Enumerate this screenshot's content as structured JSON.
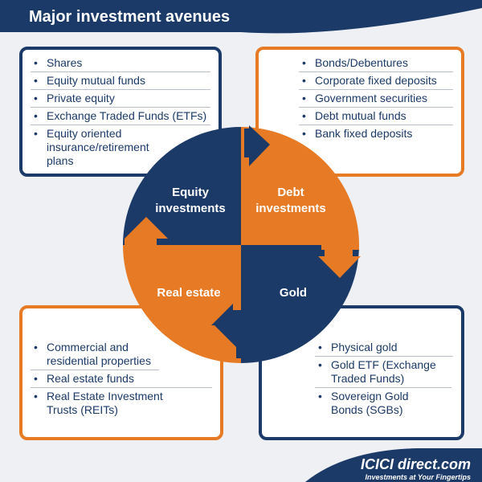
{
  "title": "Major investment avenues",
  "quadrants": {
    "equity": "Equity investments",
    "debt": "Debt investments",
    "real_estate": "Real estate",
    "gold": "Gold"
  },
  "equity_items": [
    "Shares",
    "Equity mutual funds",
    "Private equity",
    "Exchange Traded Funds (ETFs)",
    "Equity oriented insurance/retirement plans"
  ],
  "debt_items": [
    "Bonds/Debentures",
    "Corporate fixed deposits",
    "Government securities",
    "Debt mutual funds",
    "Bank fixed deposits"
  ],
  "real_estate_items": [
    "Commercial and residential properties",
    "Real estate funds",
    "Real Estate Investment Trusts (REITs)"
  ],
  "gold_items": [
    "Physical gold",
    "Gold ETF (Exchange Traded Funds)",
    "Sovereign Gold Bonds (SGBs)"
  ],
  "logo": {
    "name": "ICICI direct.com",
    "tagline": "Investments at Your Fingertips"
  },
  "colors": {
    "navy": "#1b3a68",
    "orange": "#e67a25"
  }
}
